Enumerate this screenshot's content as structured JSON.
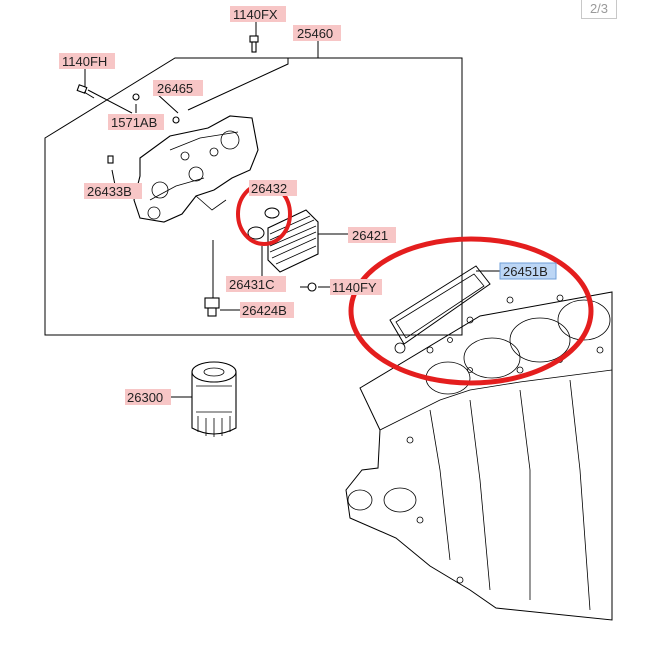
{
  "page_indicator": "2/3",
  "colors": {
    "label_bg": "#f7c6c6",
    "label_bg_selected": "#bcd6f5",
    "highlight": "#e41e1e"
  },
  "labels": {
    "l_1140fx": "1140FX",
    "l_25460": "25460",
    "l_1140fh": "1140FH",
    "l_26465": "26465",
    "l_1571ab": "1571AB",
    "l_26433b": "26433B",
    "l_26432": "26432",
    "l_26421": "26421",
    "l_26431c": "26431C",
    "l_1140fy": "1140FY",
    "l_26424b": "26424B",
    "l_26300": "26300",
    "l_26451b": "26451B"
  }
}
